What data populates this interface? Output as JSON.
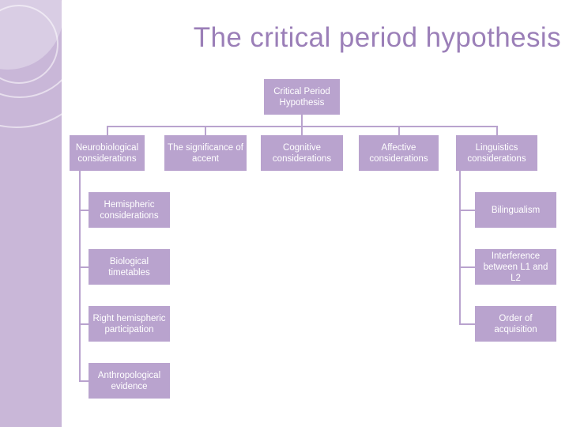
{
  "page": {
    "title": "The critical period hypothesis",
    "accent_color": "#b9a3ce",
    "title_color": "#9b7fb8",
    "band_color": "#c9b7d8"
  },
  "diagram": {
    "type": "tree",
    "root": {
      "label": "Critical Period Hypothesis"
    },
    "branches": [
      {
        "label": "Neurobiological considerations",
        "children": [
          {
            "label": "Hemispheric considerations"
          },
          {
            "label": "Biological timetables"
          },
          {
            "label": "Right hemispheric participation"
          },
          {
            "label": "Anthropological evidence"
          }
        ]
      },
      {
        "label": "The significance of accent",
        "children": []
      },
      {
        "label": "Cognitive considerations",
        "children": []
      },
      {
        "label": "Affective considerations",
        "children": []
      },
      {
        "label": "Linguistics considerations",
        "children": [
          {
            "label": "Bilingualism"
          },
          {
            "label": "Interference between L1 and L2"
          },
          {
            "label": "Order of acquisition"
          }
        ]
      }
    ]
  }
}
